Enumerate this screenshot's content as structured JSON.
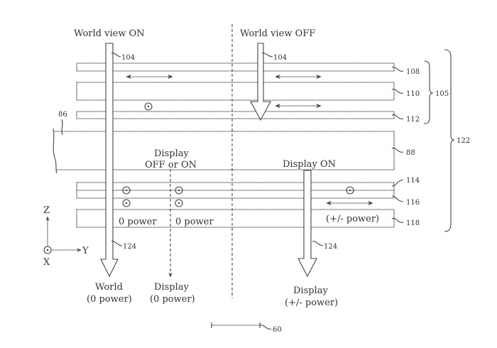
{
  "figure": {
    "headings": {
      "world_view_on": "World view ON",
      "world_view_off": "World view OFF"
    },
    "layers": [
      {
        "id": "108",
        "label": "108"
      },
      {
        "id": "110",
        "label": "110"
      },
      {
        "id": "112",
        "label": "112"
      },
      {
        "id": "88",
        "label": "88"
      },
      {
        "id": "114",
        "label": "114"
      },
      {
        "id": "116",
        "label": "116"
      },
      {
        "id": "118",
        "label": "118"
      }
    ],
    "ref_labels": {
      "light_104_left": "104",
      "light_104_right": "104",
      "waveguide_86": "86",
      "group_105": "105",
      "group_122": "122",
      "light_124_left": "124",
      "light_124_right": "124",
      "scale_60": "60"
    },
    "annotations": {
      "display_off_or_on_line1": "Display",
      "display_off_or_on_line2": "OFF or ON",
      "display_on": "Display ON",
      "zero_power_left": "0 power",
      "zero_power_middle": "0 power",
      "plus_minus_power": "(+/- power)"
    },
    "outputs": {
      "world_title": "World",
      "world_power": "(0 power)",
      "display_left_title": "Display",
      "display_left_power": "(0 power)",
      "display_right_title": "Display",
      "display_right_power": "(+/- power)"
    },
    "axes": {
      "z": "Z",
      "y": "Y",
      "x": "X"
    }
  }
}
